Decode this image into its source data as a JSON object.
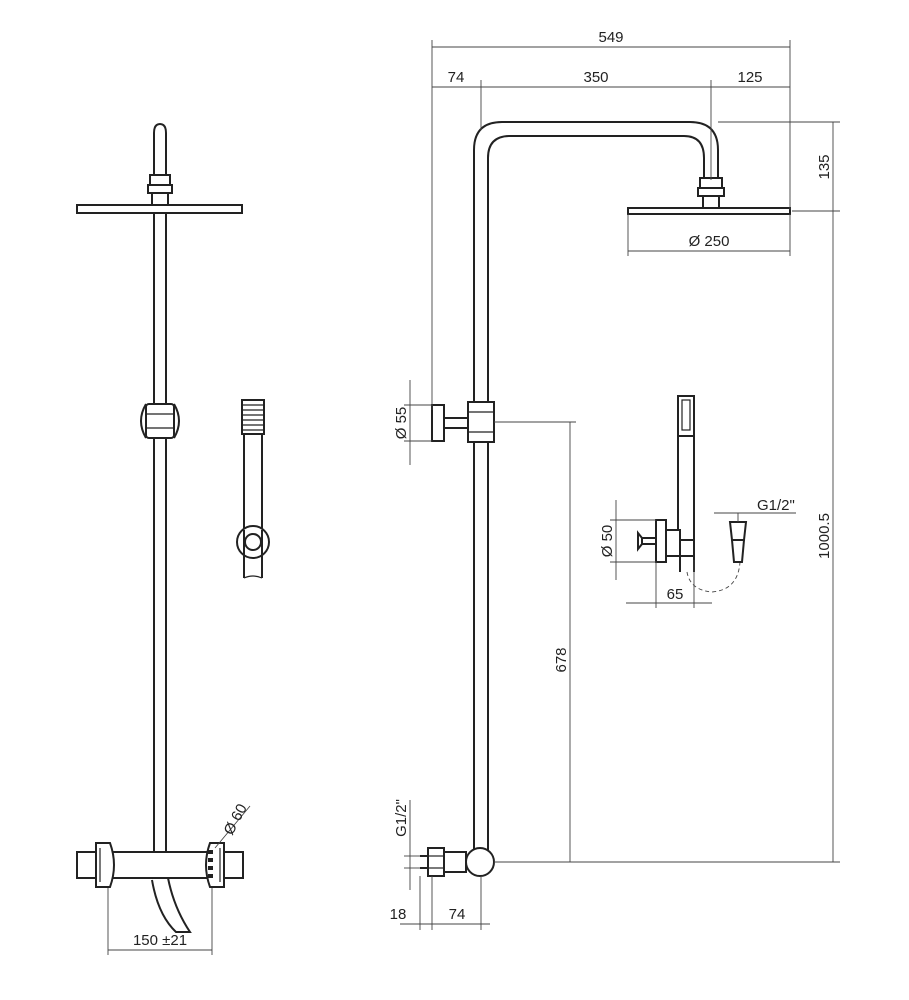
{
  "dimensions": {
    "overall_width": "549",
    "offset_left": "74",
    "arm_length": "350",
    "head_offset": "125",
    "head_height": "135",
    "head_diameter": "Ø 250",
    "bracket_diameter": "Ø 55",
    "holder_diameter": "Ø 50",
    "holder_offset": "65",
    "hose_connection": "G1/2\"",
    "inlet_connection": "G1/2\"",
    "slider_height": "678",
    "total_height": "1000.5",
    "valve_diameter": "Ø 60",
    "inlet_distance": "150 ±21",
    "wall_depth": "18",
    "valve_offset": "74"
  }
}
